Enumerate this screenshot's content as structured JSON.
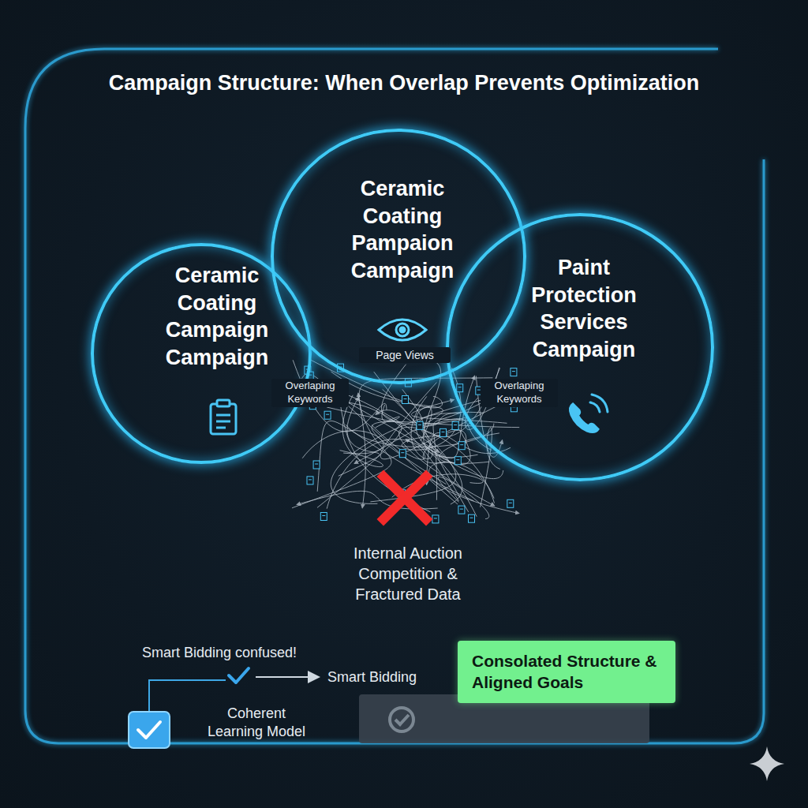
{
  "diagram": {
    "title": "Campaign Structure: When Overlap Prevents Optimization",
    "nodes": [
      {
        "text": [
          "Ceramic Coating Campaign Campaign"
        ]
      },
      {
        "text": [
          "Ceramic Coating Pampaion Campaign"
        ]
      },
      {
        "text": [
          "Paint Protection Services Campaign"
        ]
      },
      {
        "text": [
          "Consolated Structure & Aligned Goals"
        ]
      }
    ],
    "labels": [
      "Page Views",
      "Overlaping Keywords",
      "Overlaping Keywords",
      "Internal Auction Competition & Fractured Data",
      "Smart Bidding confused!",
      "Smart Bidding",
      "Coherent Learning Model"
    ]
  }
}
